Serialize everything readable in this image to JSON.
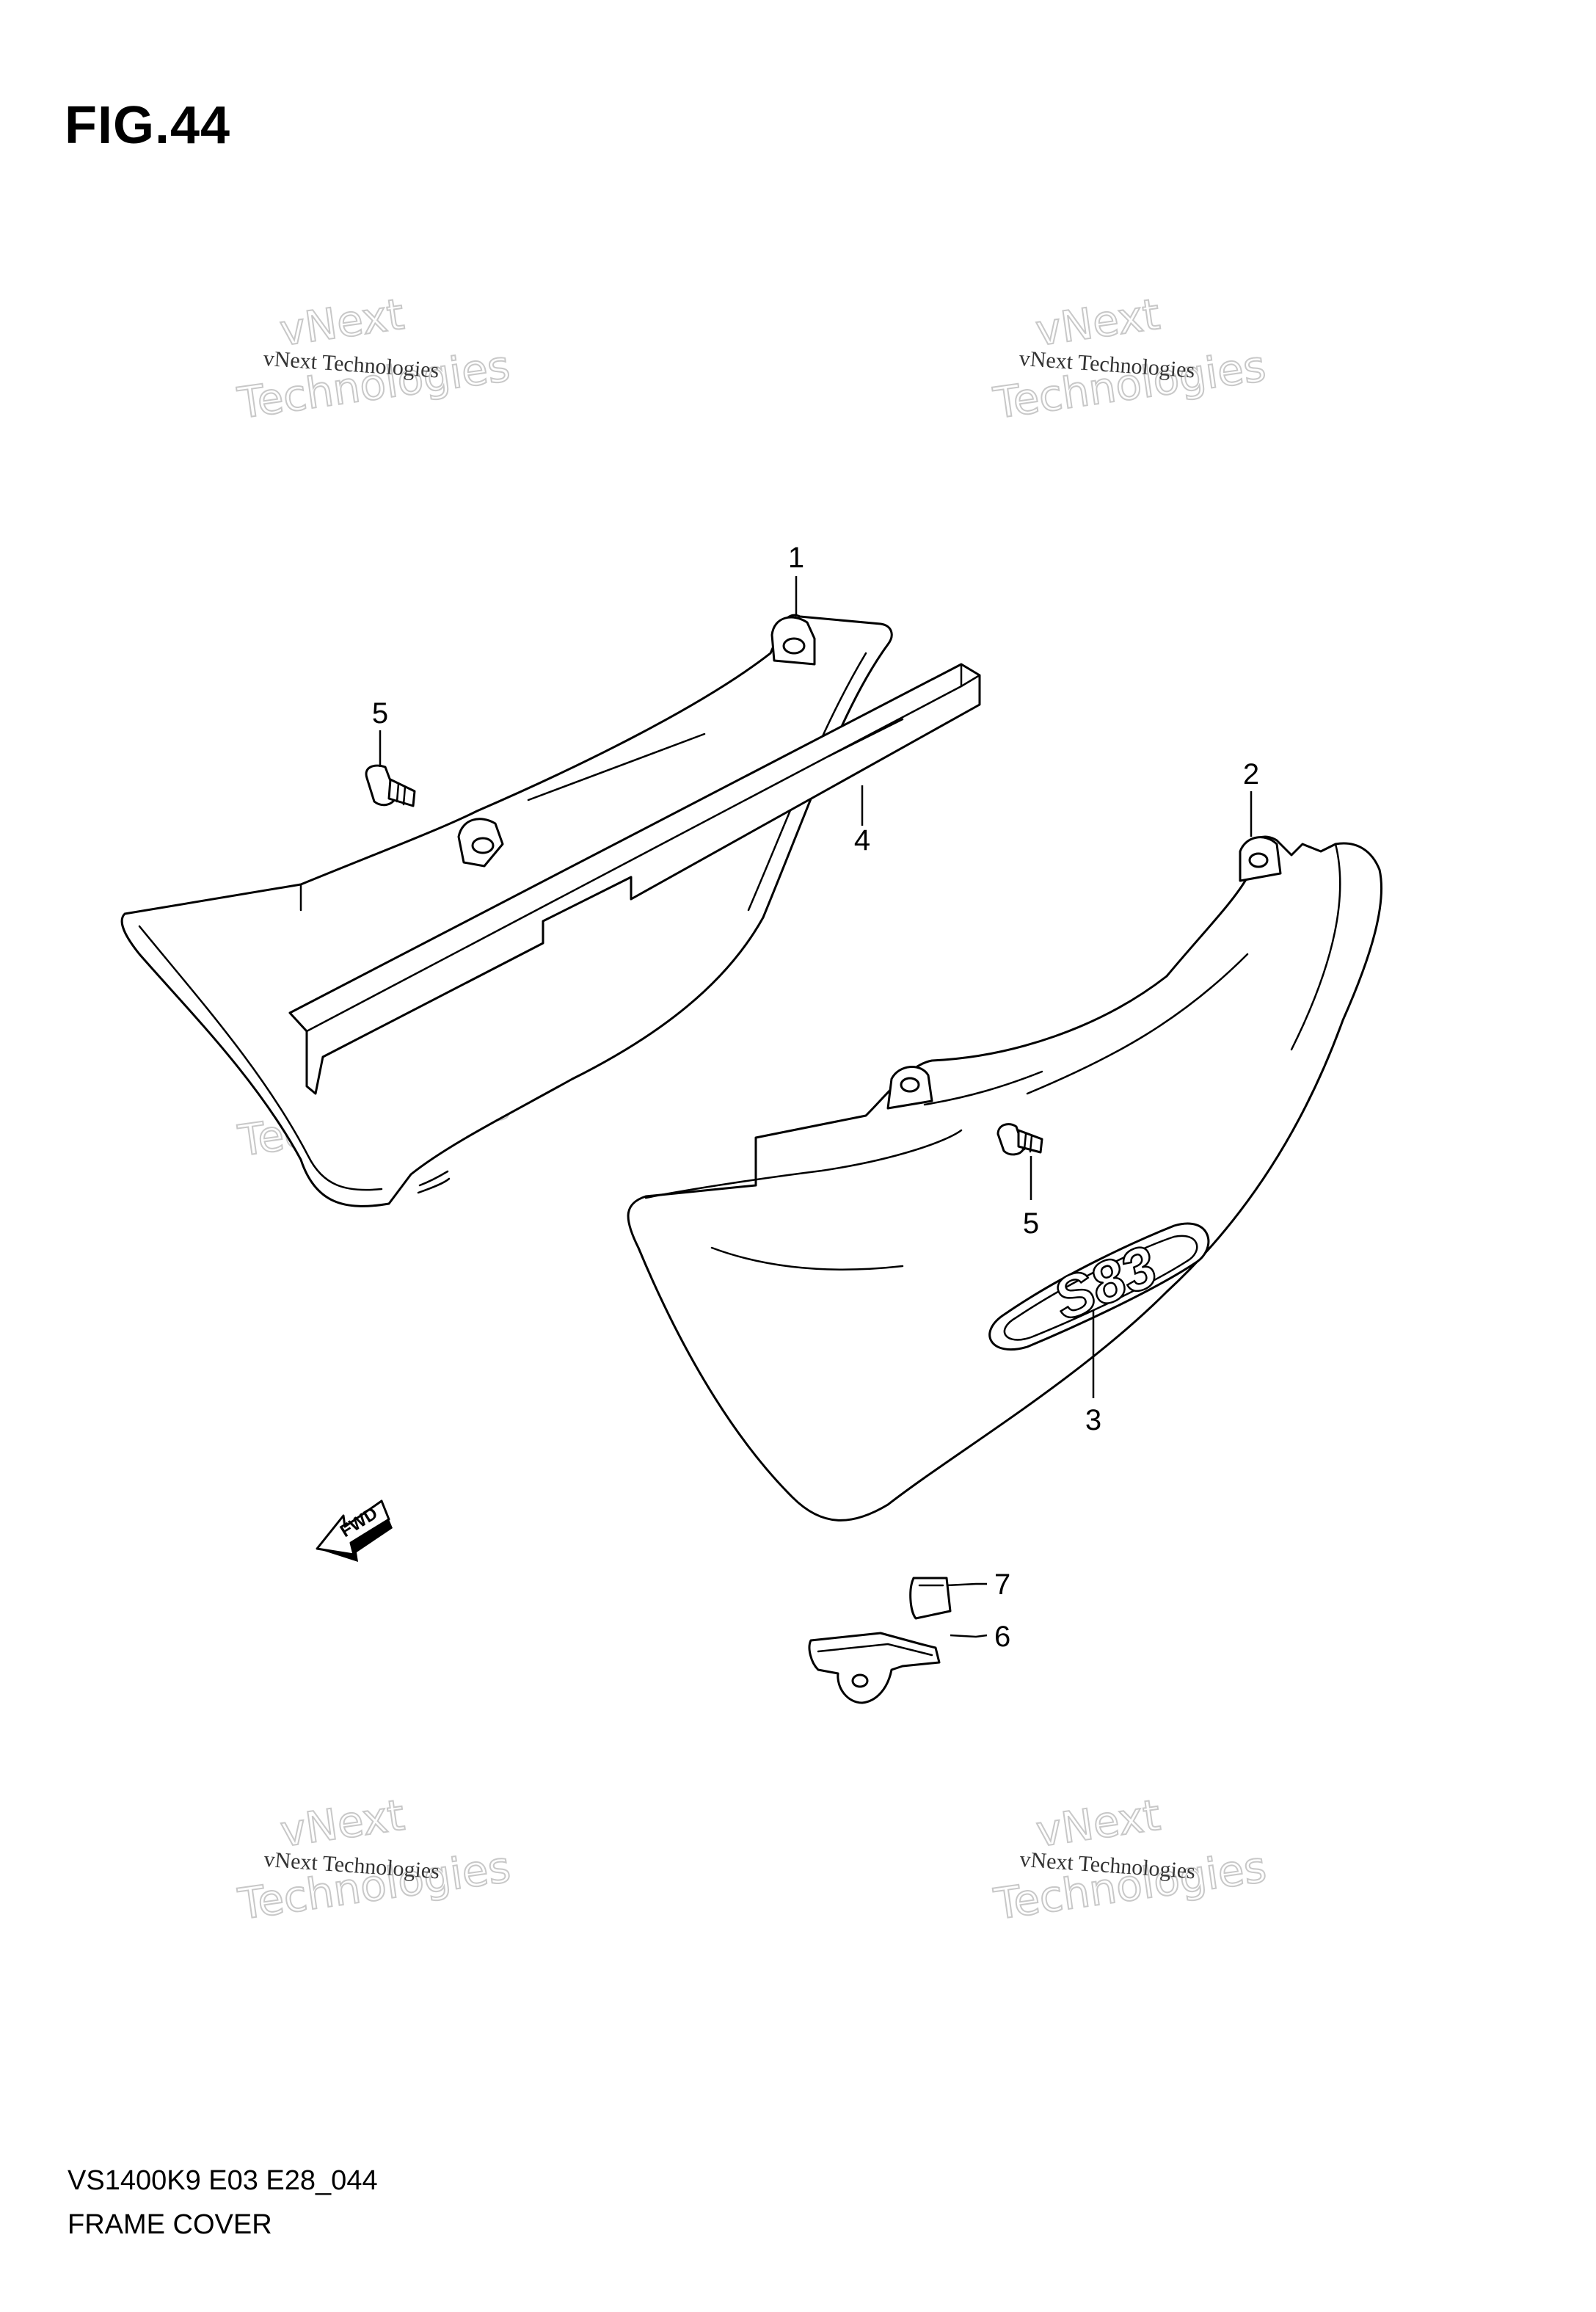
{
  "figure": {
    "title": "FIG.44",
    "code": "VS1400K9 E03 E28_044",
    "name": "FRAME COVER"
  },
  "watermark": {
    "line_small": "vNext Technologies",
    "line_big_1": "vNext",
    "line_big_2": "Technologies"
  },
  "callouts": [
    "1",
    "2",
    "3",
    "4",
    "5",
    "5",
    "6",
    "7"
  ],
  "badge_text": "S83",
  "fwd_label": "FWD"
}
